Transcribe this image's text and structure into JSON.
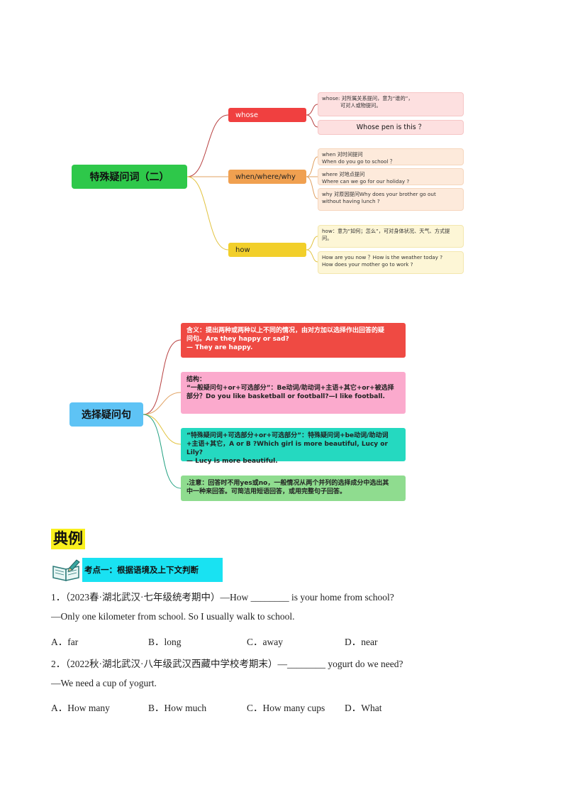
{
  "mindmap1": {
    "root": "特殊疑问词（二）",
    "branches": {
      "whose": {
        "label": "whose",
        "leaf1_line1": "whose: 对所属关系提问，意为“谁的”，",
        "leaf1_line2": "可对人或物提问。",
        "leaf2": "Whose pen is this ？"
      },
      "when": {
        "label": "when/where/why",
        "leaf1_line1": "when 对时间提问",
        "leaf1_line2": "When do you go to school ？",
        "leaf2_line1": "where 对地点提问",
        "leaf2_line2": "Where can we go for our holiday ?",
        "leaf3_line1": "why 对原因提问Why does your brother go out",
        "leaf3_line2": "without having lunch ?"
      },
      "how": {
        "label": "how",
        "leaf1_line1": "how：意为“如何；怎么”，可对身体状况、天气、方式提",
        "leaf1_line2": "问。",
        "leaf2_line1": "How are you now ？How is the weather today ?",
        "leaf2_line2": "How does your mother go to work ?"
      }
    }
  },
  "mindmap2": {
    "root": "选择疑问句",
    "box1": {
      "line1": "含义：提出两种或两种以上不同的情况，由对方加以选择作出回答的疑",
      "line2": "问句。Are they happy or sad?",
      "line3": "— They are happy."
    },
    "box2": {
      "line1": "结构：",
      "line2": "“一般疑问句+or+可选部分”：Be动词/助动词+主语+其它+or+被选择",
      "line3": "部分？Do you like basketball or football?—I like football."
    },
    "box3": {
      "line1": "“特殊疑问词+可选部分+or+可选部分”：特殊疑问词+be动词/助动词",
      "line2": "+主语+其它，A or B ?Which girl is more beautiful, Lucy or Lily?",
      "line3": "— Lucy is  more beautiful."
    },
    "box4": {
      "line1": ".注意：回答时不用yes或no，一般情况从两个并列的选择成分中选出其",
      "line2": "中一种来回答。可简洁用短语回答，或用完整句子回答。"
    }
  },
  "section": {
    "heading": "典例",
    "kaodian": "考点一：根据语境及上下文判断"
  },
  "questions": [
    {
      "stem": "1．（2023春·湖北武汉·七年级统考期中）—How ________ is your home from school?",
      "answer_line": "—Only one kilometer  from school. So I usually walk to school.",
      "options": [
        "A．far",
        "B．long",
        "C．away",
        "D．near"
      ]
    },
    {
      "stem": "2．（2022秋·湖北武汉·八年级武汉西藏中学校考期末）—________ yogurt do we need?",
      "answer_line": "—We need a cup of yogurt.",
      "options": [
        "A．How many",
        "B．How much",
        "C．How many cups",
        "D．What"
      ]
    }
  ],
  "colors": {
    "whose": "#f04040",
    "when": "#f0a050",
    "how": "#f2cf2a",
    "root1": "#2ec84a",
    "root2": "#5ec3f5",
    "heading_bg": "#f8ef1d",
    "kaodian_bg": "#19e2f2"
  }
}
